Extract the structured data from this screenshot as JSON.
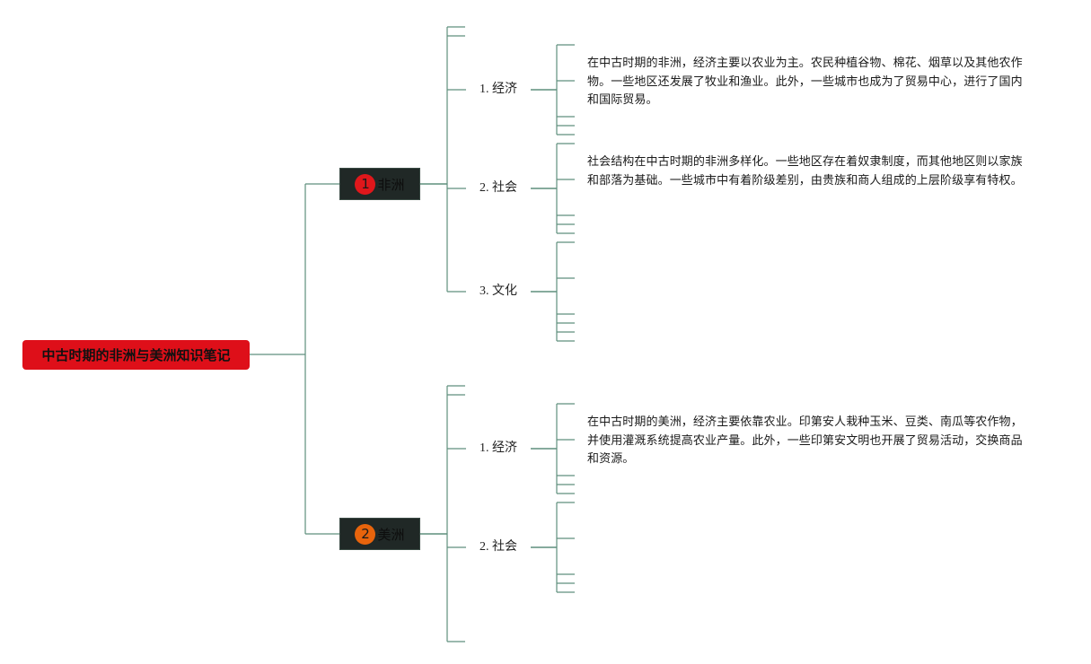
{
  "root": {
    "title": "中古时期的非洲与美洲知识笔记",
    "color": "#de0f19"
  },
  "topics": [
    {
      "number": "1",
      "label": "非洲",
      "badge_color": "#e0171b",
      "branches": [
        {
          "label": "1. 经济",
          "note": "在中古时期的非洲，经济主要以农业为主。农民种植谷物、棉花、烟草以及其他农作物。一些地区还发展了牧业和渔业。此外，一些城市也成为了贸易中心，进行了国内和国际贸易。"
        },
        {
          "label": "2. 社会",
          "note": "社会结构在中古时期的非洲多样化。一些地区存在着奴隶制度，而其他地区则以家族和部落为基础。一些城市中有着阶级差别，由贵族和商人组成的上层阶级享有特权。"
        },
        {
          "label": "3. 文化",
          "note": ""
        }
      ]
    },
    {
      "number": "2",
      "label": "美洲",
      "badge_color": "#e8640c",
      "branches": [
        {
          "label": "1. 经济",
          "note": "在中古时期的美洲，经济主要依靠农业。印第安人栽种玉米、豆类、南瓜等农作物，并使用灌溉系统提高农业产量。此外，一些印第安文明也开展了贸易活动，交换商品和资源。"
        },
        {
          "label": "2. 社会",
          "note": ""
        }
      ]
    }
  ],
  "line_color": "#5f8f7d"
}
